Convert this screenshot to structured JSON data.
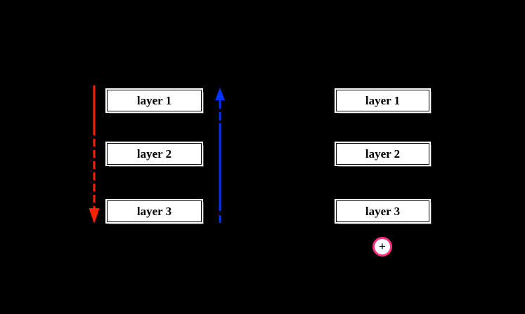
{
  "colors": {
    "background": "#000000",
    "backward_arrow": "#FF2200",
    "forward_arrow": "#0033FF",
    "sum_node_border": "#FF2D7B",
    "box_fill": "#FFFFFF",
    "box_border": "#000000",
    "box_label": "#000000",
    "box_shadow": "#4D4D4D",
    "plus_sign": "#000000"
  },
  "left_diagram": {
    "layers": [
      "layer 1",
      "layer 2",
      "layer 3"
    ],
    "arrows": [
      {
        "icon": "backward-arrow-icon",
        "shape": "red-dashed-down-arrow",
        "direction": "down",
        "color": "#FF2200"
      },
      {
        "icon": "forward-arrow-icon",
        "shape": "blue-dashed-up-arrow",
        "direction": "up",
        "color": "#0033FF"
      }
    ]
  },
  "right_diagram": {
    "layers": [
      "layer 1",
      "layer 2",
      "layer 3"
    ],
    "sum_node": {
      "symbol": "+",
      "icon": "plus-icon"
    }
  }
}
